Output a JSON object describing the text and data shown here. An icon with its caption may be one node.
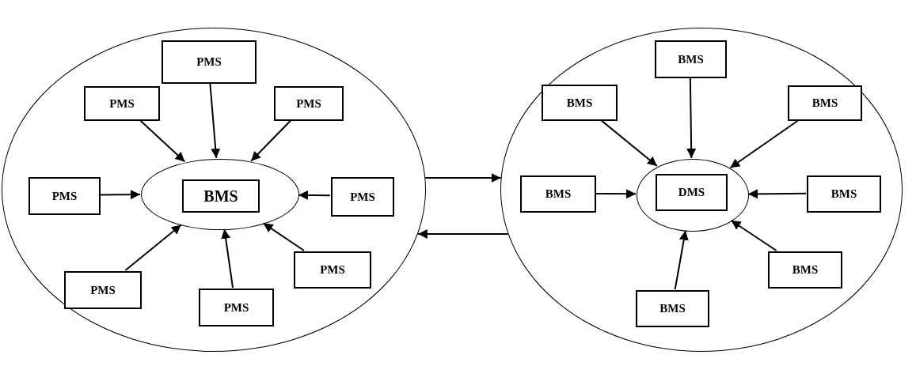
{
  "diagram": {
    "nodes": [
      {
        "text": [],
        "shape": "circle"
      },
      {
        "text": [
          "PMS"
        ],
        "in": 0
      },
      {
        "text": [
          "PMS"
        ],
        "in": 0
      },
      {
        "text": [
          "PMS"
        ],
        "in": 0
      },
      {
        "text": [
          "PMS"
        ],
        "in": 0
      },
      {
        "text": [],
        "shape": "circle",
        "in": 0
      },
      {
        "text": [
          "BMS"
        ],
        "in": 5
      },
      {
        "text": [
          "PMS"
        ],
        "in": 0
      },
      {
        "text": [
          "PMS"
        ],
        "in": 0
      },
      {
        "text": [
          "PMS"
        ],
        "in": 0
      },
      {
        "text": [
          "PMS"
        ],
        "in": 0
      },
      {
        "text": [],
        "shape": "circle"
      },
      {
        "text": [
          "BMS"
        ],
        "in": 11
      },
      {
        "text": [
          "BMS"
        ],
        "in": 11
      },
      {
        "text": [
          "BMS"
        ],
        "in": 11
      },
      {
        "text": [],
        "shape": "circle",
        "in": 11
      },
      {
        "text": [
          "DMS"
        ],
        "in": 15
      },
      {
        "text": [
          "BMS"
        ],
        "in": 11
      },
      {
        "text": [
          "BMS"
        ],
        "in": 11
      },
      {
        "text": [
          "BMS"
        ],
        "in": 11
      },
      {
        "text": [
          "BMS"
        ],
        "in": 11
      }
    ],
    "edges": [
      {
        "from": 1,
        "to": 5,
        "arrow": "to"
      },
      {
        "from": 2,
        "to": 5,
        "arrow": "to"
      },
      {
        "from": 3,
        "to": 5,
        "arrow": "to"
      },
      {
        "from": 4,
        "to": 5,
        "arrow": "to"
      },
      {
        "from": 7,
        "to": 5,
        "arrow": "to"
      },
      {
        "from": 8,
        "to": 5,
        "arrow": "to"
      },
      {
        "from": 9,
        "to": 5,
        "arrow": "to"
      },
      {
        "from": 10,
        "to": 5,
        "arrow": "to"
      },
      {
        "from": 12,
        "to": 15,
        "arrow": "to"
      },
      {
        "from": 13,
        "to": 15,
        "arrow": "to"
      },
      {
        "from": 14,
        "to": 15,
        "arrow": "to"
      },
      {
        "from": 17,
        "to": 15,
        "arrow": "to"
      },
      {
        "from": 18,
        "to": 15,
        "arrow": "to"
      },
      {
        "from": 19,
        "to": 15,
        "arrow": "to"
      },
      {
        "from": 20,
        "to": 15,
        "arrow": "to"
      },
      {
        "from": 0,
        "to": 11,
        "arrow": "to"
      },
      {
        "from": 11,
        "to": 0,
        "arrow": "to"
      }
    ]
  }
}
